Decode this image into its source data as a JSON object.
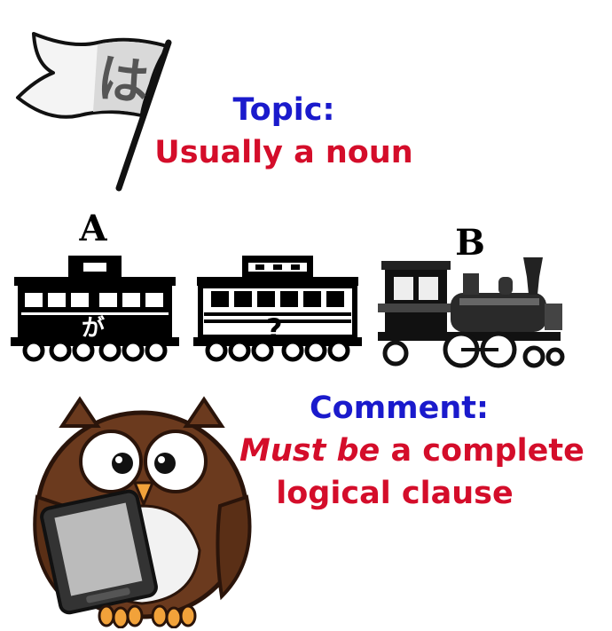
{
  "flag": {
    "character": "は"
  },
  "topic": {
    "heading": "Topic:",
    "description": "Usually a noun"
  },
  "train": {
    "label_a": "A",
    "label_b": "B",
    "car1_mark": "が",
    "car2_mark": "?"
  },
  "comment": {
    "heading": "Comment:",
    "emphasis": "Must be",
    "line1_rest": " a complete",
    "line2": "logical clause"
  },
  "colors": {
    "topic_blue": "#1a1acc",
    "text_red": "#d40d2a",
    "owl_brown": "#6b3a1e"
  }
}
